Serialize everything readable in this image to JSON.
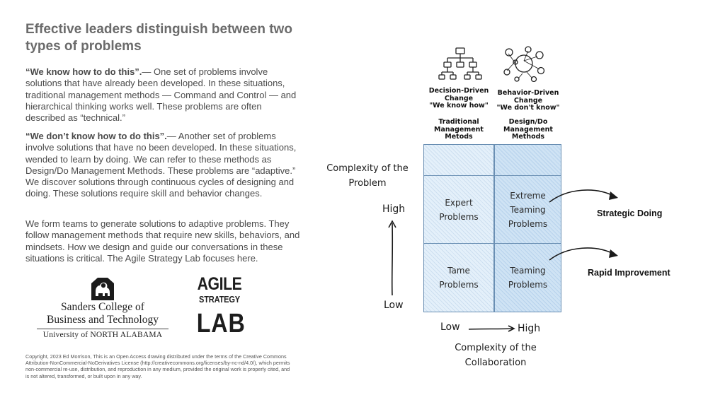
{
  "title": "Effective leaders distinguish between two types of problems",
  "paragraphs": [
    {
      "lead": "“We know how to do this”.",
      "body": "— One set of problems involve solutions that have already been developed. In these situations, traditional management methods — Command and Control — and hierarchical thinking works well. These problems are often described as “technical.”"
    },
    {
      "lead": "“We don’t know how to do this”.",
      "body": "— Another set of problems involve solutions that have no been developed. In these situations, wended to learn by doing. We can refer to these methods as Design/Do Management Methods. These problems are “adaptive.” We discover solutions through continuous cycles of designing and doing. These solutions require skill and behavior changes."
    },
    {
      "lead": "",
      "body": "We form teams to generate solutions to adaptive problems. They follow management methods that require new skills, behaviors, and mindsets. How we design and guide our conversations in these situations is critical. The Agile Strategy Lab focuses here."
    }
  ],
  "logos": {
    "sanders": {
      "line1": "Sanders College of",
      "line2": "Business and Technology",
      "line3": "University of NORTH ALABAMA"
    },
    "agile": {
      "line1": "AGILE",
      "line2": "STRATEGY",
      "line3": "LAB"
    }
  },
  "copyright": "Copyright, 2023 Ed Morrison, This is an Open Access drawing distributed under the terms of the Creative Commons Attribution-NonCommercial-NoDerivatives License (http://creativecommons.org/licenses/by-nc-nd/4.0/), which permits non-commercial re-use, distribution, and reproduction in any medium, provided the original work is properly cited, and is not altered, transformed, or built upon in any way.",
  "diagram": {
    "col1": {
      "title": [
        "Decision-Driven",
        "Change",
        "\"We know how\""
      ],
      "methods": [
        "Traditional",
        "Management",
        "Metods"
      ],
      "icon": "org-chart-icon"
    },
    "col2": {
      "title": [
        "Behavior-Driven",
        "Change",
        "\"We don't know\""
      ],
      "methods": [
        "Design/Do",
        "Management",
        "Methods"
      ],
      "icon": "network-circles-icon"
    },
    "row_axis_title": [
      "Complexity of the",
      "Problem"
    ],
    "row_high": "High",
    "row_low": "Low",
    "col_low": "Low",
    "col_high": "High",
    "col_axis_title": [
      "Complexity of the",
      "Collaboration"
    ],
    "cells": {
      "expert": [
        "Expert",
        "Problems"
      ],
      "extreme": [
        "Extreme",
        "Teaming",
        "Problems"
      ],
      "tame": [
        "Tame",
        "Problems"
      ],
      "teaming": [
        "Teaming",
        "Problems"
      ]
    },
    "outcomes": {
      "strategic_doing": "Strategic Doing",
      "rapid_improvement": "Rapid Improvement"
    },
    "colors": {
      "cell_fill": "#dcebf8",
      "cell_border": "#6a8fb3",
      "ink": "#1a1a1a"
    }
  }
}
